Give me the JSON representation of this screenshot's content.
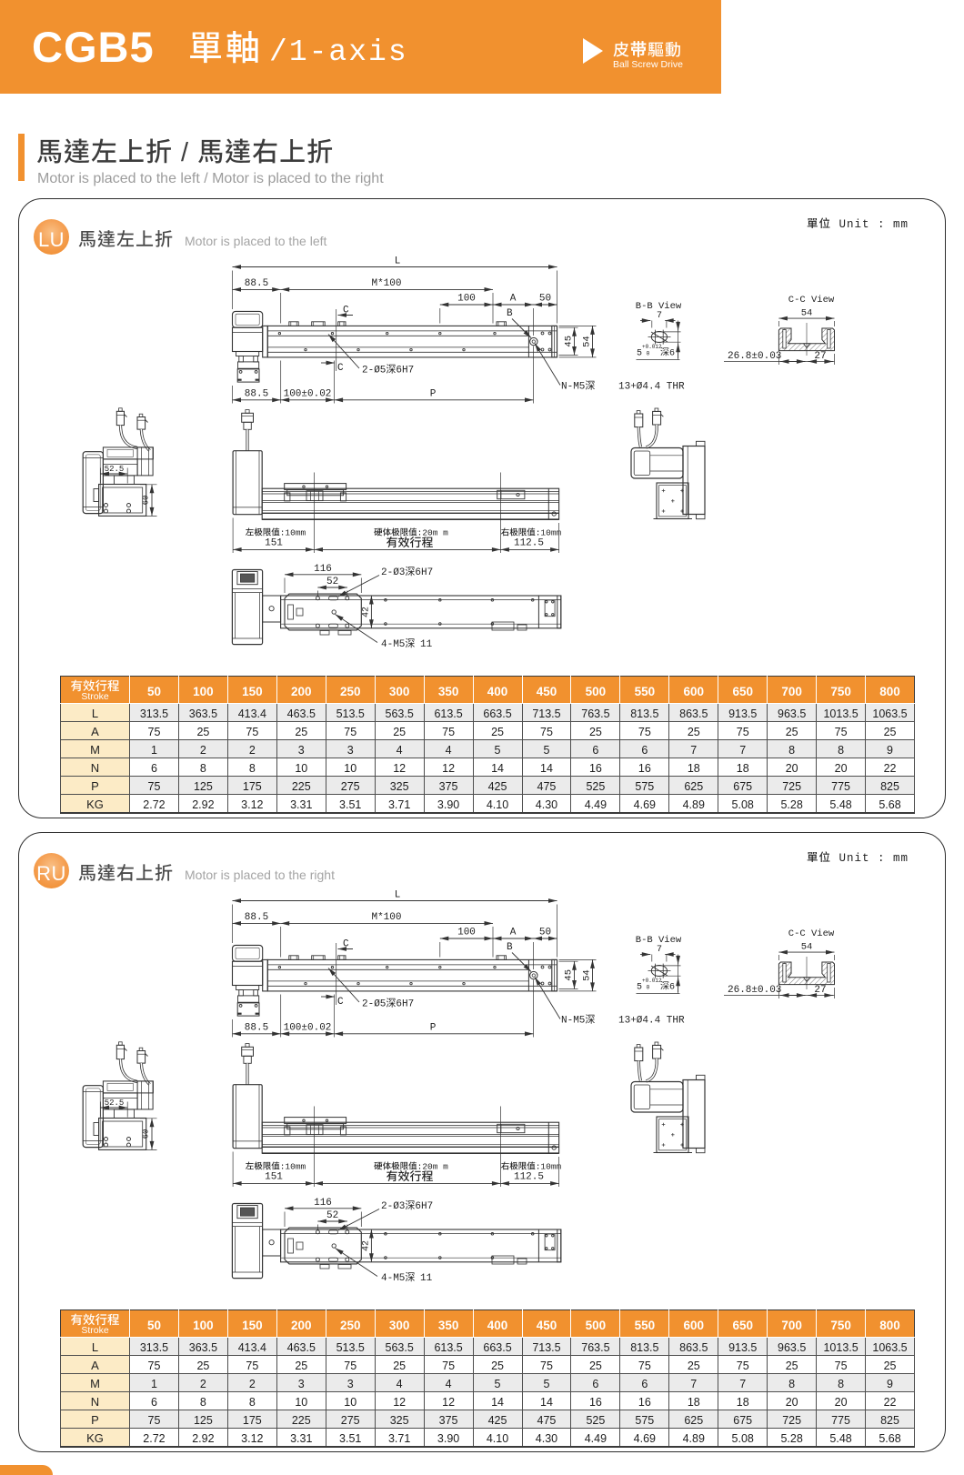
{
  "colors": {
    "accent": "#F1912F",
    "accent_light": "#F7B56B",
    "table_label_bg": "#FCEBC6",
    "row_alt_bg": "#EBEBEB",
    "line": "#333333"
  },
  "header": {
    "model": "CGB5",
    "axis_cjk": "單軸",
    "axis_latin": "/1-axis",
    "drive_cjk": "皮带驅動",
    "drive_en": "Ball Screw Drive"
  },
  "section_title": {
    "title": "馬達左上折 / 馬達右上折",
    "subtitle": "Motor is placed to the left / Motor is placed to the right"
  },
  "sections": [
    {
      "badge": "LU",
      "title_cjk": "馬達左上折",
      "title_en": "Motor is placed to the left",
      "unit_label": "單位 Unit : mm"
    },
    {
      "badge": "RU",
      "title_cjk": "馬達右上折",
      "title_en": "Motor  is placed to the right",
      "unit_label": "單位 Unit : mm"
    }
  ],
  "drawing": {
    "labels": {
      "L": "L",
      "d885": "88.5",
      "m100": "M*100",
      "d100": "100",
      "A": "A",
      "d50": "50",
      "C": "C",
      "B": "B",
      "d45": "45",
      "d54": "54",
      "hole_c": "2-Ø5深6H7",
      "hole_n": "N-M5深",
      "hole_n2": "13+Ø4.4 THR",
      "d100t": "100±0.02",
      "P": "P",
      "bb_title": "B-B View",
      "bb7": "7",
      "bb_tol": "+0.012",
      "bb5": "5",
      "bb0": "0",
      "bb_depth": "深6",
      "cc_title": "C-C View",
      "cc54": "54",
      "cc268": "26.8±0.03",
      "cc27": "27",
      "d525": "52.5",
      "d60": "60",
      "lim_l": "左极限值:10mm",
      "d151": "151",
      "lim_m": "硬体极限值:20m m",
      "stroke_eff": "有效行程",
      "lim_r": "右极限值:10mm",
      "d1125": "112.5",
      "d116": "116",
      "d52": "52",
      "d42": "42",
      "hole_c3": "2-Ø3深6H7",
      "hole_m5": "4-M5深",
      "hole_m5b": "11"
    }
  },
  "table": {
    "header_col_cjk": "有效行程",
    "header_col_en": "Stroke",
    "strokes": [
      "50",
      "100",
      "150",
      "200",
      "250",
      "300",
      "350",
      "400",
      "450",
      "500",
      "550",
      "600",
      "650",
      "700",
      "750",
      "800"
    ],
    "rows": [
      {
        "label": "L",
        "values": [
          "313.5",
          "363.5",
          "413.4",
          "463.5",
          "513.5",
          "563.5",
          "613.5",
          "663.5",
          "713.5",
          "763.5",
          "813.5",
          "863.5",
          "913.5",
          "963.5",
          "1013.5",
          "1063.5"
        ]
      },
      {
        "label": "A",
        "values": [
          "75",
          "25",
          "75",
          "25",
          "75",
          "25",
          "75",
          "25",
          "75",
          "25",
          "75",
          "25",
          "75",
          "25",
          "75",
          "25"
        ]
      },
      {
        "label": "M",
        "values": [
          "1",
          "2",
          "2",
          "3",
          "3",
          "4",
          "4",
          "5",
          "5",
          "6",
          "6",
          "7",
          "7",
          "8",
          "8",
          "9"
        ]
      },
      {
        "label": "N",
        "values": [
          "6",
          "8",
          "8",
          "10",
          "10",
          "12",
          "12",
          "14",
          "14",
          "16",
          "16",
          "18",
          "18",
          "20",
          "20",
          "22"
        ]
      },
      {
        "label": "P",
        "values": [
          "75",
          "125",
          "175",
          "225",
          "275",
          "325",
          "375",
          "425",
          "475",
          "525",
          "575",
          "625",
          "675",
          "725",
          "775",
          "825"
        ]
      },
      {
        "label": "KG",
        "values": [
          "2.72",
          "2.92",
          "3.12",
          "3.31",
          "3.51",
          "3.71",
          "3.90",
          "4.10",
          "4.30",
          "4.49",
          "4.69",
          "4.89",
          "5.08",
          "5.28",
          "5.48",
          "5.68"
        ]
      }
    ]
  }
}
